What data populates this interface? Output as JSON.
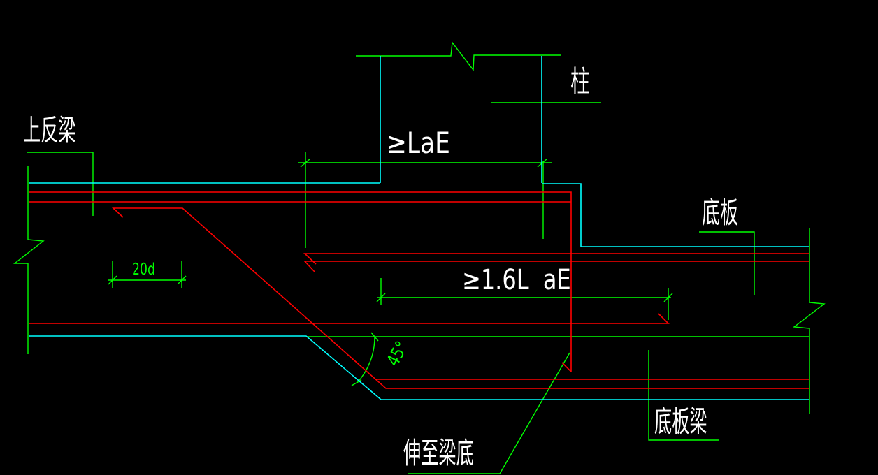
{
  "colors": {
    "background": "#000000",
    "annotation_green": "#00ff00",
    "outline_cyan": "#00ffff",
    "rebar_red": "#ff0000",
    "text_white": "#ffffff"
  },
  "labels": {
    "top_inverted_beam": "上反梁",
    "column": "柱",
    "bottom_slab": "底板",
    "bottom_slab_beam": "底板梁",
    "extend_to_beam_bottom": "伸至梁底"
  },
  "dimensions": {
    "anchor_length": "≥LaE",
    "extended_anchor_length": "≥1.6L  aE",
    "bar_extension": "20d",
    "bend_angle": "45°"
  }
}
